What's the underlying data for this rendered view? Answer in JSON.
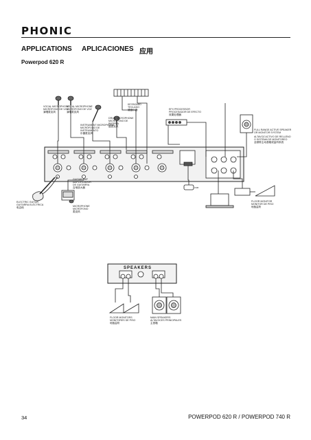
{
  "brand": {
    "logo_text": "PHONIC"
  },
  "headings": {
    "applications": "APPLICATIONS",
    "aplicaciones": "APLICACIONES",
    "chinese": "应用"
  },
  "subheading": "Powerpod 620 R",
  "diagram1_labels": {
    "vocal_mic_1": [
      "VOCAL MICROPHONE",
      "MICRÓFONO DE VOZ",
      "演唱麦克风"
    ],
    "vocal_mic_2": [
      "VOCAL MICROPHONE",
      "MICRÓFONO DE VOZ",
      "演唱麦克风"
    ],
    "keyboard": [
      "KEYBOARD",
      "TECLADO",
      "键盘乐器"
    ],
    "instrument_mic": [
      "INSTRUMENT MICROPHONE",
      "MICRÓFONO DE",
      "INSTRUMENTO",
      "乐器麦克风"
    ],
    "drum_mic": [
      "DRUM MICROPHONE",
      "MICRÓFONO DE",
      "BATERÍA",
      "鼓麦克风"
    ],
    "fx_processor": [
      "EFX PROCESSOR",
      "PROCESADOR DE EFECTO",
      "效果处理器"
    ],
    "active_speaker": [
      "FULL RANGE ACTIVE SPEAKER",
      "OR MONITOR SYSTEM",
      "ALTAVOZ ACTIVO DE RELLENO",
      "O SISTEMA DE MONITOREO",
      "全频带主动音箱或监听系统"
    ],
    "electric_guitar": [
      "ELECTRIC GUITAR",
      "GUITARRA ELÉCTRICA",
      "电吉他"
    ],
    "guitar_amp": [
      "GUITAR AMP",
      "AMPLIFICADOR",
      "DE GUITARRA",
      "吉他放大器"
    ],
    "mic_under_amp": [
      "MICROPHONE",
      "MICRÓFONO",
      "麦克风"
    ],
    "usb_label": "USB",
    "floor_monitor": [
      "FLOOR MONITOR",
      "MONITOR DE PISO",
      "地板监听"
    ]
  },
  "diagram2": {
    "panel_title": "SPEAKERS",
    "floor_monitors": [
      "FLOOR MONITORS",
      "MONITORES DE PISO",
      "地板监听"
    ],
    "main_speakers": [
      "MAIN SPEAKERS",
      "ALTAVOCES PRINCIPALES",
      "主音箱"
    ]
  },
  "footer": {
    "page_number": "34",
    "product_title": "POWERPOD 620 R / POWERPOD 740 R"
  }
}
